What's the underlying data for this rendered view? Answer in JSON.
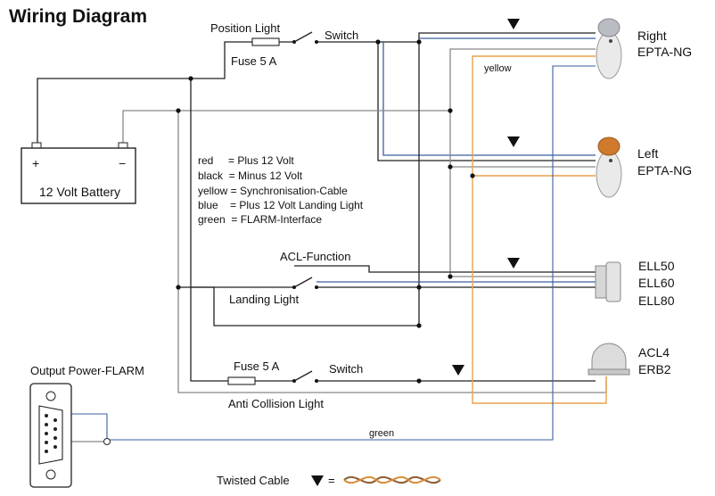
{
  "title": "Wiring Diagram",
  "battery": {
    "label": "12 Volt Battery",
    "plus": "+",
    "minus": "−"
  },
  "position_light": {
    "label": "Position Light",
    "fuse_label": "Fuse 5 A",
    "switch_label": "Switch"
  },
  "anticollision": {
    "fuse_label": "Fuse 5 A",
    "switch_label": "Switch",
    "label": "Anti Collision Light"
  },
  "acl_function": "ACL-Function",
  "landing_light": "Landing Light",
  "legend": [
    "red     = Plus 12 Volt",
    "black  = Minus 12 Volt",
    "yellow = Synchronisation-Cable",
    "blue    = Plus 12 Volt Landing Light",
    "green  = FLARM-Interface"
  ],
  "wire_labels": {
    "yellow": "yellow",
    "green": "green"
  },
  "lights": {
    "right": [
      "Right",
      "EPTA-NG"
    ],
    "left": [
      "Left",
      "EPTA-NG"
    ],
    "ell": [
      "ELL50",
      "ELL60",
      "ELL80"
    ],
    "acl": [
      "ACL4",
      "ERB2"
    ]
  },
  "flarm_label": "Output Power-FLARM",
  "twisted_cable_label": "Twisted Cable",
  "twisted_cable_suffix": "=",
  "colors": {
    "red": "#222222",
    "black": "#888888",
    "yellow": "#e8a24a",
    "blue": "#3a5fa0",
    "green": "#3a5fa0"
  }
}
